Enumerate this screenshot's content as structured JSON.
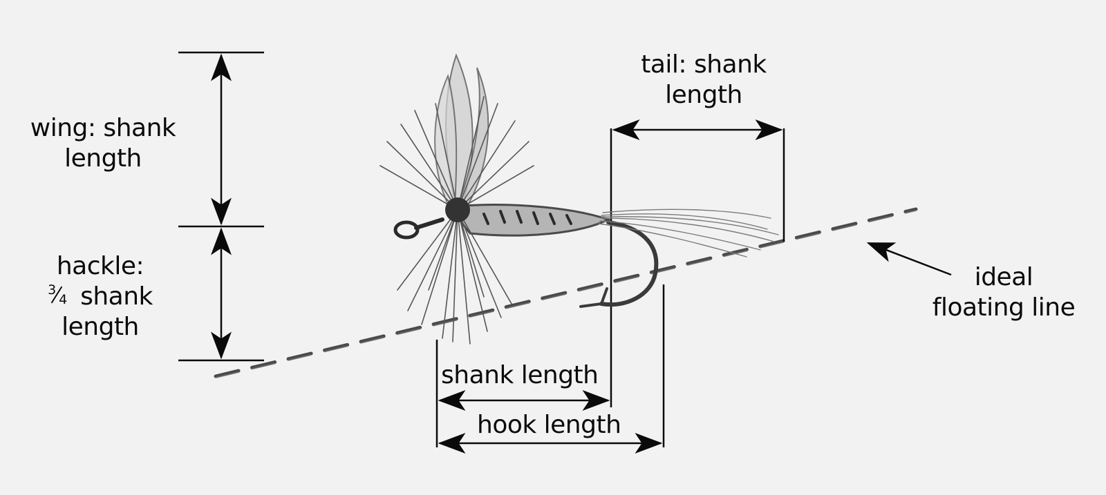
{
  "colors": {
    "ink": "#0a0a0a",
    "paper": "#f2f2f2",
    "sketch": "#3a3a3a"
  },
  "labels": {
    "wing": {
      "line1": "wing: shank",
      "line2": "length"
    },
    "hackle": {
      "line1": "hackle:",
      "frac_num": "3",
      "frac_den": "4",
      "line2_rest": " shank",
      "line3": "length"
    },
    "tail": {
      "line1": "tail: shank",
      "line2": "length"
    },
    "shank": "shank length",
    "hook": "hook length",
    "floating": {
      "line1": "ideal",
      "line2": "floating line"
    }
  }
}
